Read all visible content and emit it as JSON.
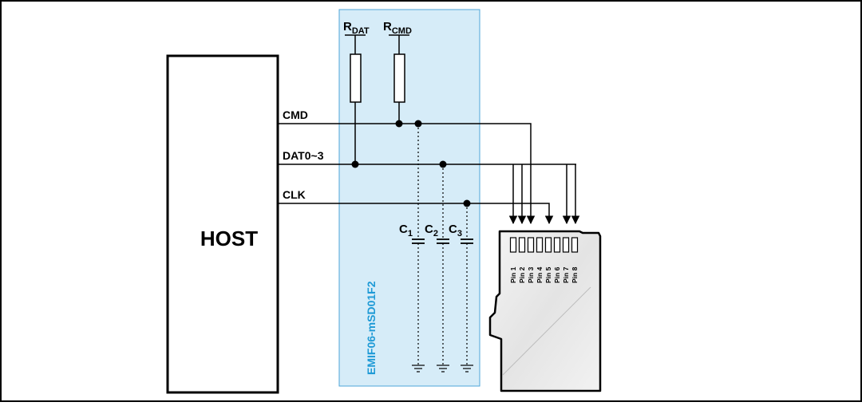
{
  "host": {
    "label": "HOST"
  },
  "chip": {
    "label": "EMIF06-mSD01F2"
  },
  "resistors": {
    "rdat": {
      "main": "R",
      "sub": "DAT"
    },
    "rcmd": {
      "main": "R",
      "sub": "CMD"
    }
  },
  "signals": {
    "cmd": "CMD",
    "dat": "DAT0~3",
    "clk": "CLK"
  },
  "capacitors": [
    {
      "main": "C",
      "sub": "1"
    },
    {
      "main": "C",
      "sub": "2"
    },
    {
      "main": "C",
      "sub": "3"
    }
  ],
  "card": {
    "pins": [
      "Pin 1",
      "Pin 2",
      "Pin 3",
      "Pin 4",
      "Pin 5",
      "Pin 6",
      "Pin 7",
      "Pin 8"
    ]
  },
  "colors": {
    "chip_fill": "#d6ecf8",
    "chip_stroke": "#4da6d8",
    "chip_text": "#1e9ad6",
    "wire": "#000000",
    "card_fill": "#e9e9e9"
  }
}
